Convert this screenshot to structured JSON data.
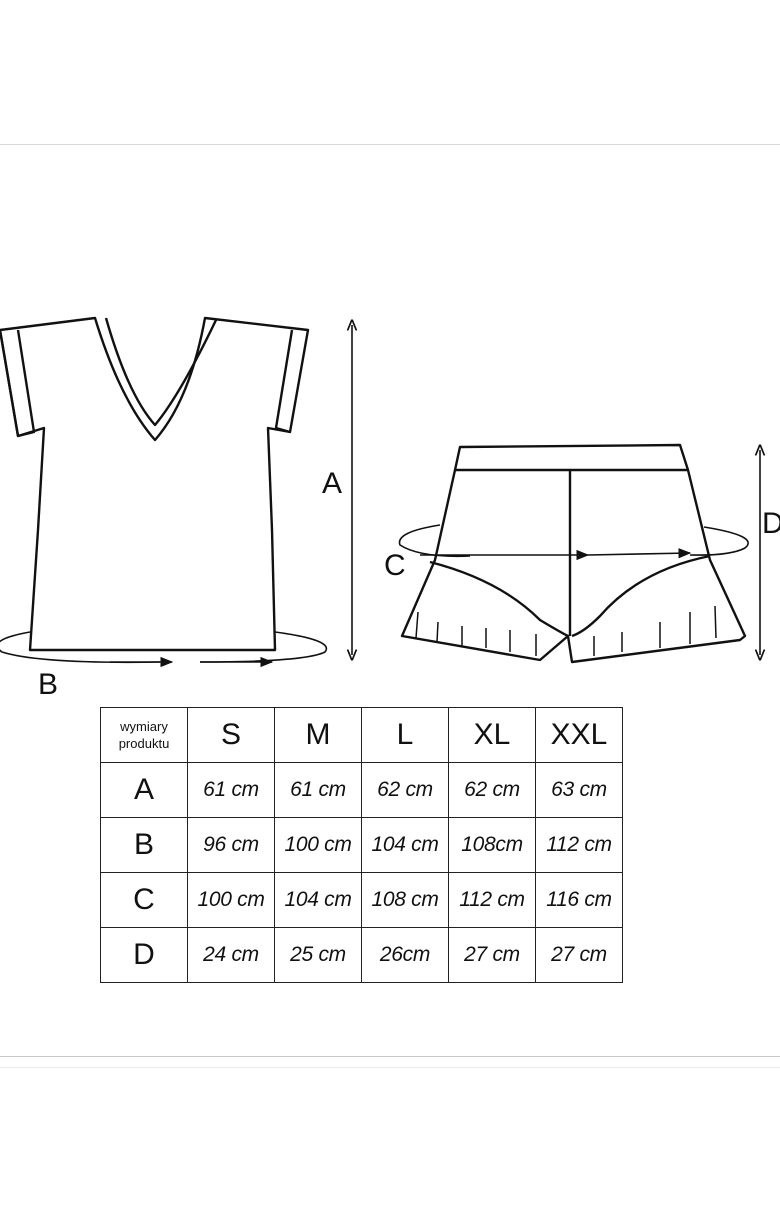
{
  "labels": {
    "a": "A",
    "b": "B",
    "c": "C",
    "d": "D"
  },
  "table": {
    "corner_line1": "wymiary",
    "corner_line2": "produktu",
    "sizes": [
      "S",
      "M",
      "L",
      "XL",
      "XXL"
    ],
    "rows": [
      {
        "label": "A",
        "values": [
          "61 cm",
          "61 cm",
          "62 cm",
          "62 cm",
          "63 cm"
        ]
      },
      {
        "label": "B",
        "values": [
          "96 cm",
          "100 cm",
          "104 cm",
          "108cm",
          "112 cm"
        ]
      },
      {
        "label": "C",
        "values": [
          "100 cm",
          "104 cm",
          "108 cm",
          "112 cm",
          "116 cm"
        ]
      },
      {
        "label": "D",
        "values": [
          "24 cm",
          "25 cm",
          "26cm",
          "27 cm",
          "27 cm"
        ]
      }
    ]
  }
}
